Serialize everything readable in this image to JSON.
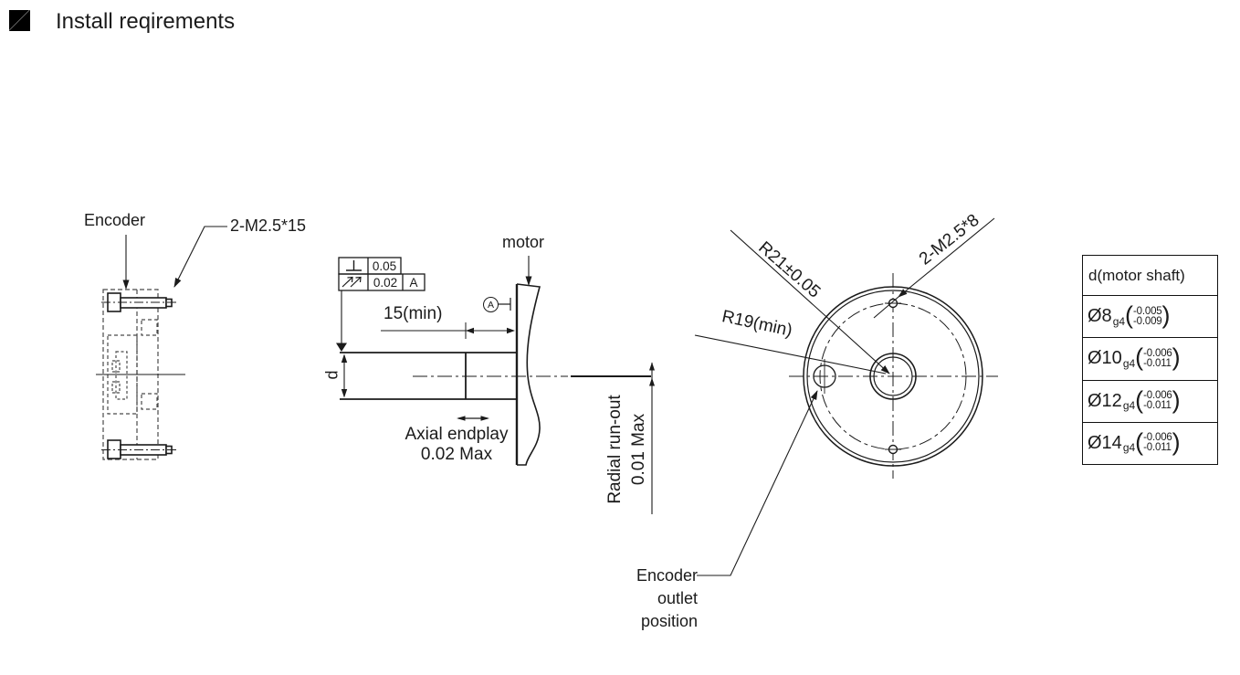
{
  "title": {
    "bullet_icon": "filled-square",
    "text": "Install reqirements"
  },
  "left_view": {
    "encoder_label": "Encoder",
    "screw_label": "2-M2.5*15"
  },
  "middle_view": {
    "fcf": {
      "row1": {
        "symbol": "perpendicularity",
        "value": "0.05"
      },
      "row2": {
        "symbol": "total-runout",
        "value": "0.02",
        "datum": "A"
      }
    },
    "dim_length": "15(min)",
    "shaft_dia_label": "d",
    "motor_label": "motor",
    "datum_label": "A",
    "axial_line1": "Axial endplay",
    "axial_line2": "0.02 Max",
    "radial_line1": "Radial run-out",
    "radial_line2": "0.01 Max"
  },
  "front_view": {
    "r21_label": "R21±0.05",
    "screw_label": "2-M2.5*8",
    "r19_label": "R19(min)",
    "outlet_lines": [
      "Encoder",
      "outlet",
      "position"
    ]
  },
  "shaft_table": {
    "header": "d(motor shaft)",
    "rows": [
      {
        "dia": "Ø8",
        "fit": "g4",
        "tol_upper": "-0.005",
        "tol_lower": "-0.009"
      },
      {
        "dia": "Ø10",
        "fit": "g4",
        "tol_upper": "-0.006",
        "tol_lower": "-0.011"
      },
      {
        "dia": "Ø12",
        "fit": "g4",
        "tol_upper": "-0.006",
        "tol_lower": "-0.011"
      },
      {
        "dia": "Ø14",
        "fit": "g4",
        "tol_upper": "-0.006",
        "tol_lower": "-0.011"
      }
    ]
  },
  "colors": {
    "line": "#1b1b1b",
    "background": "#ffffff"
  }
}
